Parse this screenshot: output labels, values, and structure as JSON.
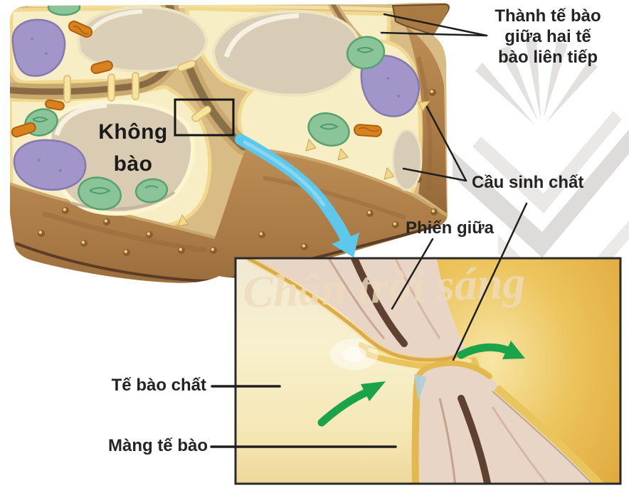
{
  "figure": {
    "title_labels": {
      "vacuole": "Không bào",
      "cell_wall_lines": [
        "Thành tế bào",
        "giữa hai tế",
        "bào liên tiếp"
      ],
      "plasmodesmata": "Cầu sinh chất",
      "middle_lamella": "Phiến giữa",
      "cytoplasm": "Tế bào chất",
      "cell_membrane": "Màng tế bào"
    },
    "watermark_text": "Chân trời sáng",
    "colors": {
      "zoom_arrow_blue": "#5ec8ec",
      "zoom_arrow_blue_light": "#93daf3",
      "flow_arrow_green": "#1ba34a",
      "cell_wall_brown": "#ab7c46",
      "cytoplasm_cream": "#f8eec6",
      "inset_gold": "#e8bc52",
      "band_pink": "#e9d5c5",
      "middle_lamella_dark": "#5e4130",
      "nucleus_purple": "#a195c9",
      "chloroplast_green": "#8cc49a",
      "mitochondria_orange": "#d8821f",
      "label_text": "#242424"
    }
  }
}
